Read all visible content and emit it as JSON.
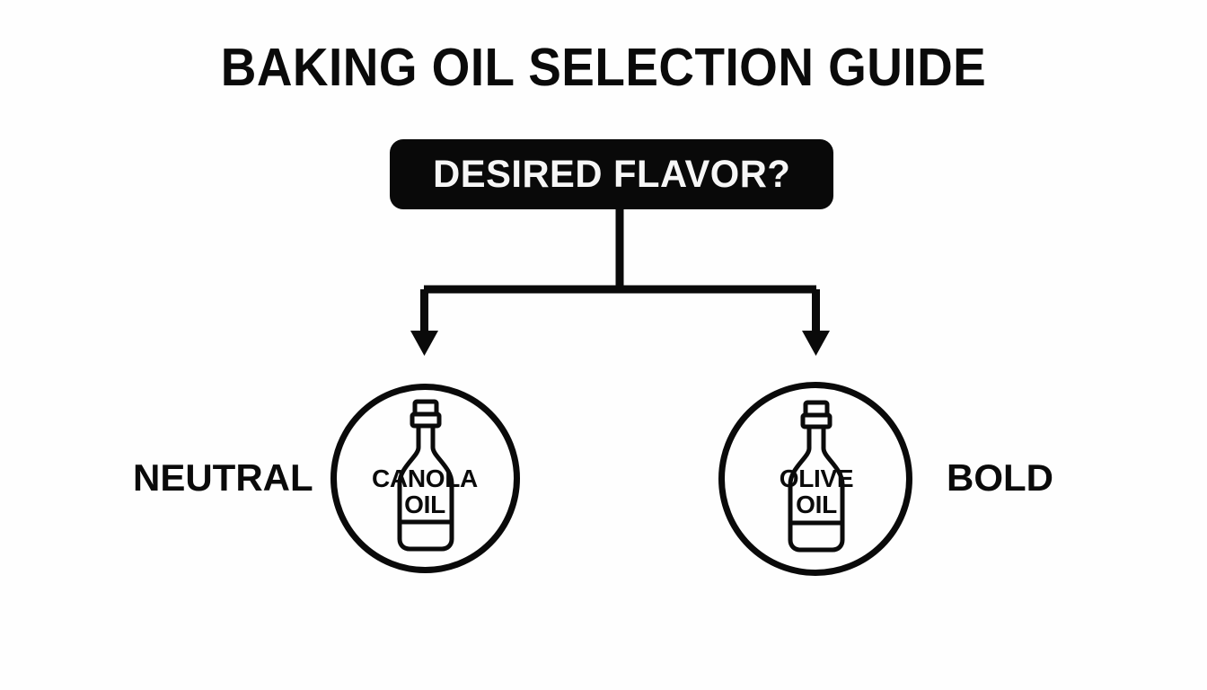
{
  "page": {
    "title": "BAKING OIL SELECTION GUIDE",
    "background_color": "#fefefe",
    "ink_color": "#0a0a0a"
  },
  "decision": {
    "question": "DESIRED FLAVOR?",
    "box_color": "#090909",
    "text_color": "#f6f6f6"
  },
  "branches": [
    {
      "side_label": "NEUTRAL",
      "icon": "oil-bottle-icon",
      "bottle_label_line1": "CANOLA",
      "bottle_label_line2": "OIL"
    },
    {
      "side_label": "BOLD",
      "icon": "oil-bottle-icon",
      "bottle_label_line1": "OLIVE",
      "bottle_label_line2": "OIL"
    }
  ]
}
